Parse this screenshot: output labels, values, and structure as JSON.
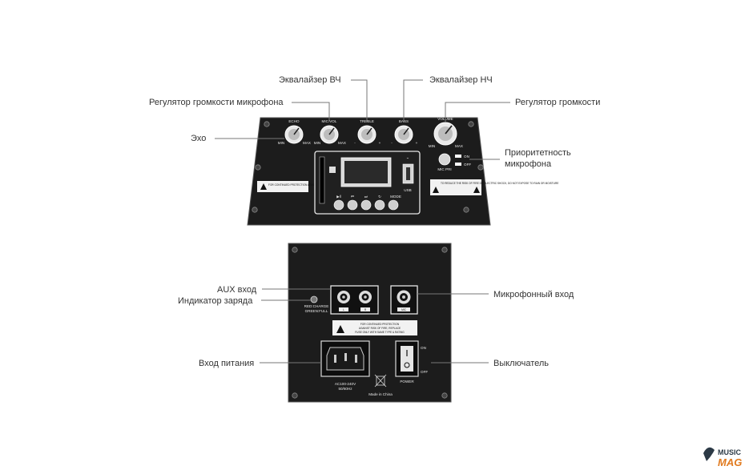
{
  "top_panel": {
    "callouts": {
      "treble_eq": "Эквалайзер ВЧ",
      "bass_eq": "Эквалайзер НЧ",
      "mic_volume": "Регулятор громкости микрофона",
      "volume": "Регулятор громкости",
      "echo": "Эхо",
      "mic_priority_line1": "Приоритетность",
      "mic_priority_line2": "микрофона"
    },
    "knobs": {
      "echo": "ECHO",
      "mic_vol": "MIC.VOL",
      "treble": "TREBLE",
      "bass": "BASS",
      "volume": "VOLUME",
      "min": "MIN",
      "max": "MAX",
      "minus": "-",
      "plus": "+"
    },
    "mic_pri_label": "MIC PRI",
    "switch_on": "ON",
    "switch_off": "OFF",
    "usb_label": "USB",
    "mode_label": "MODE",
    "warning_left": "FOR CONTINUED PROTECTION AGAINST RISK OF FIRE, REPLACE FUSE ONLY WITH SAME TYPE",
    "warning_right": "TO REDUCE THE RISK OF FIRE OR ELECTRIC SHOCK, DO NOT EXPOSE TO RAIN OR MOISTURE"
  },
  "bottom_panel": {
    "callouts": {
      "aux_in": "AUX вход",
      "charge_indicator": "Индикатор заряда",
      "mic_input": "Микрофонный вход",
      "power_input": "Вход питания",
      "power_switch": "Выключатель"
    },
    "aux_l": "L",
    "aux_r": "R",
    "mic_label": "MIC",
    "charge_line1": "RED:CHARGE",
    "charge_line2": "GREEN:FULL",
    "fuse_line1": "FOR CONTINUED PROTECTION",
    "fuse_line2": "AGAINST RISK OF FIRE, REPLACE",
    "fuse_line3": "FUSE ONLY WITH SAME TYPE & RATING",
    "ac_line1": "AC100-240V",
    "ac_line2": "50/60Hz",
    "made_in": "Made in China",
    "power_label": "POWER",
    "switch_on": "ON",
    "switch_off": "OFF"
  },
  "watermark": {
    "line1": "MUSIC",
    "line2": "MAG"
  }
}
